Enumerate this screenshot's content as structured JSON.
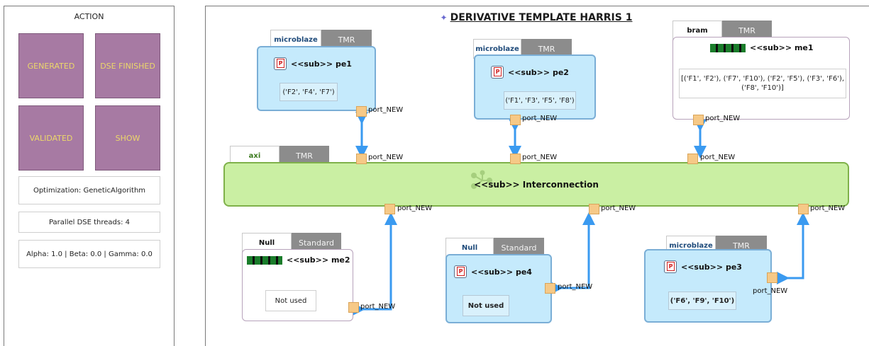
{
  "action_panel": {
    "title": "ACTION",
    "buttons": {
      "generated": "GENERATED",
      "dse_finished": "DSE FINISHED",
      "validated": "VALIDATED",
      "show": "SHOW"
    },
    "optimization": "Optimization: GeneticAlgorithm",
    "parallel_threads": "Parallel DSE threads: 4",
    "weights": "Alpha: 1.0 | Beta: 0.0 | Gamma: 0.0"
  },
  "diagram": {
    "title": "DERIVATIVE TEMPLATE HARRIS 1",
    "interconnection": {
      "label": "<<sub>> Interconnection",
      "tab1": "axi",
      "tab2": "TMR"
    },
    "pe1": {
      "tab1": "microblaze",
      "tab2": "TMR",
      "name": "<<sub>> pe1",
      "content": "('F2', 'F4', 'F7')"
    },
    "pe2": {
      "tab1": "microblaze",
      "tab2": "TMR",
      "name": "<<sub>> pe2",
      "content": "('F1', 'F3', 'F5', 'F8')"
    },
    "me1": {
      "tab1": "bram",
      "tab2": "TMR",
      "name": "<<sub>> me1",
      "content": "[('F1', 'F2'), ('F7', 'F10'), ('F2', 'F5'), ('F3', 'F6'), ('F8', 'F10')]"
    },
    "me2": {
      "tab1": "Null",
      "tab2": "Standard",
      "name": "<<sub>> me2",
      "content": "Not used"
    },
    "pe4": {
      "tab1": "Null",
      "tab2": "Standard",
      "name": "<<sub>> pe4",
      "content": "Not used"
    },
    "pe3": {
      "tab1": "microblaze",
      "tab2": "TMR",
      "name": "<<sub>> pe3",
      "content": "('F6', 'F9', 'F10')"
    },
    "port_label": "port_NEW"
  },
  "colors": {
    "action_tile": "#a77aa3",
    "action_tile_text": "#ecd86a",
    "processor_block": "#c5eafc",
    "interconnect": "#caefa3",
    "port": "#f6c987",
    "wire": "#3a9af0"
  }
}
